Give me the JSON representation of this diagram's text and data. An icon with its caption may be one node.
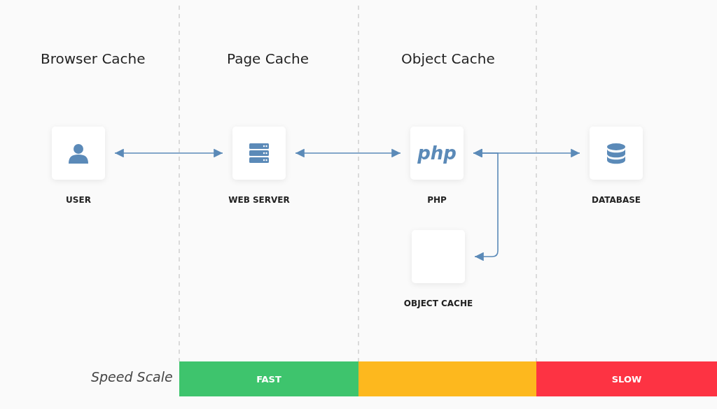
{
  "diagram": {
    "nodes": [
      {
        "text": [
          "USER"
        ]
      },
      {
        "text": [
          "WEB SERVER"
        ]
      },
      {
        "text": [
          "php",
          "PHP"
        ]
      },
      {
        "text": [
          "DATABASE"
        ]
      },
      {
        "text": [
          "OBJECT CACHE"
        ]
      },
      {
        "text": [
          "FAST"
        ]
      },
      {
        "text": [],
        "shape": "bar"
      },
      {
        "text": [
          "SLOW"
        ]
      }
    ],
    "edges": [
      {
        "from": 0,
        "to": 1,
        "arrow": "both"
      },
      {
        "from": 1,
        "to": 2,
        "arrow": "both"
      },
      {
        "from": 2,
        "to": 3,
        "arrow": "both"
      },
      {
        "from": 2,
        "to": 4,
        "arrow": "both"
      }
    ],
    "labels": [
      "Browser Cache",
      "Page Cache",
      "Object Cache",
      "Speed Scale"
    ]
  }
}
